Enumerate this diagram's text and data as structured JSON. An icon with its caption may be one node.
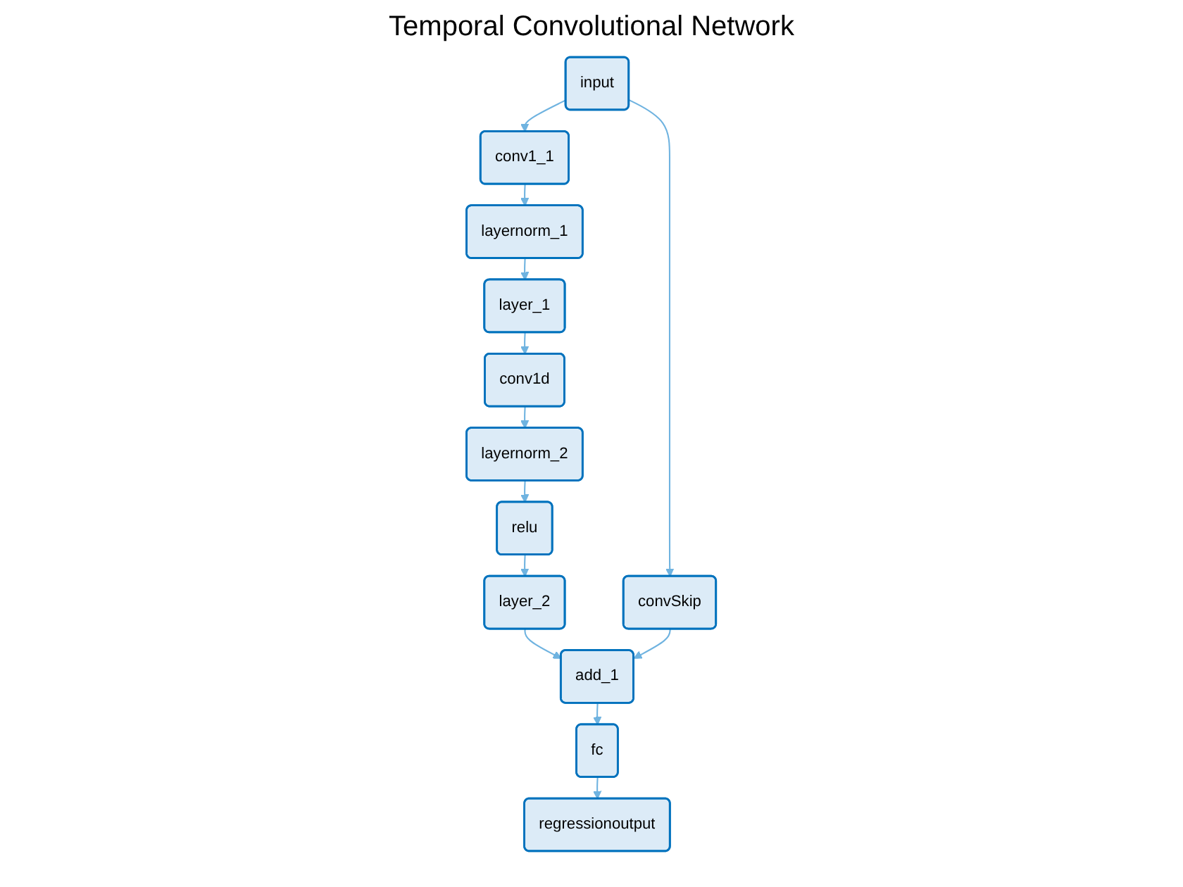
{
  "diagram": {
    "title": "Temporal Convolutional Network",
    "nodes": [
      {
        "text": [
          "input"
        ]
      },
      {
        "text": [
          "conv1_1"
        ]
      },
      {
        "text": [
          "layernorm_1"
        ]
      },
      {
        "text": [
          "layer_1"
        ]
      },
      {
        "text": [
          "conv1d"
        ]
      },
      {
        "text": [
          "layernorm_2"
        ]
      },
      {
        "text": [
          "relu"
        ]
      },
      {
        "text": [
          "layer_2"
        ]
      },
      {
        "text": [
          "convSkip"
        ]
      },
      {
        "text": [
          "add_1"
        ]
      },
      {
        "text": [
          "fc"
        ]
      },
      {
        "text": [
          "regressionoutput"
        ]
      }
    ],
    "edges": [
      {
        "from": 0,
        "to": 1,
        "arrow": "to"
      },
      {
        "from": 0,
        "to": 8,
        "arrow": "to"
      },
      {
        "from": 1,
        "to": 2,
        "arrow": "to"
      },
      {
        "from": 2,
        "to": 3,
        "arrow": "to"
      },
      {
        "from": 3,
        "to": 4,
        "arrow": "to"
      },
      {
        "from": 4,
        "to": 5,
        "arrow": "to"
      },
      {
        "from": 5,
        "to": 6,
        "arrow": "to"
      },
      {
        "from": 6,
        "to": 7,
        "arrow": "to"
      },
      {
        "from": 7,
        "to": 9,
        "arrow": "to"
      },
      {
        "from": 8,
        "to": 9,
        "arrow": "to"
      },
      {
        "from": 9,
        "to": 10,
        "arrow": "to"
      },
      {
        "from": 10,
        "to": 11,
        "arrow": "to"
      }
    ]
  }
}
